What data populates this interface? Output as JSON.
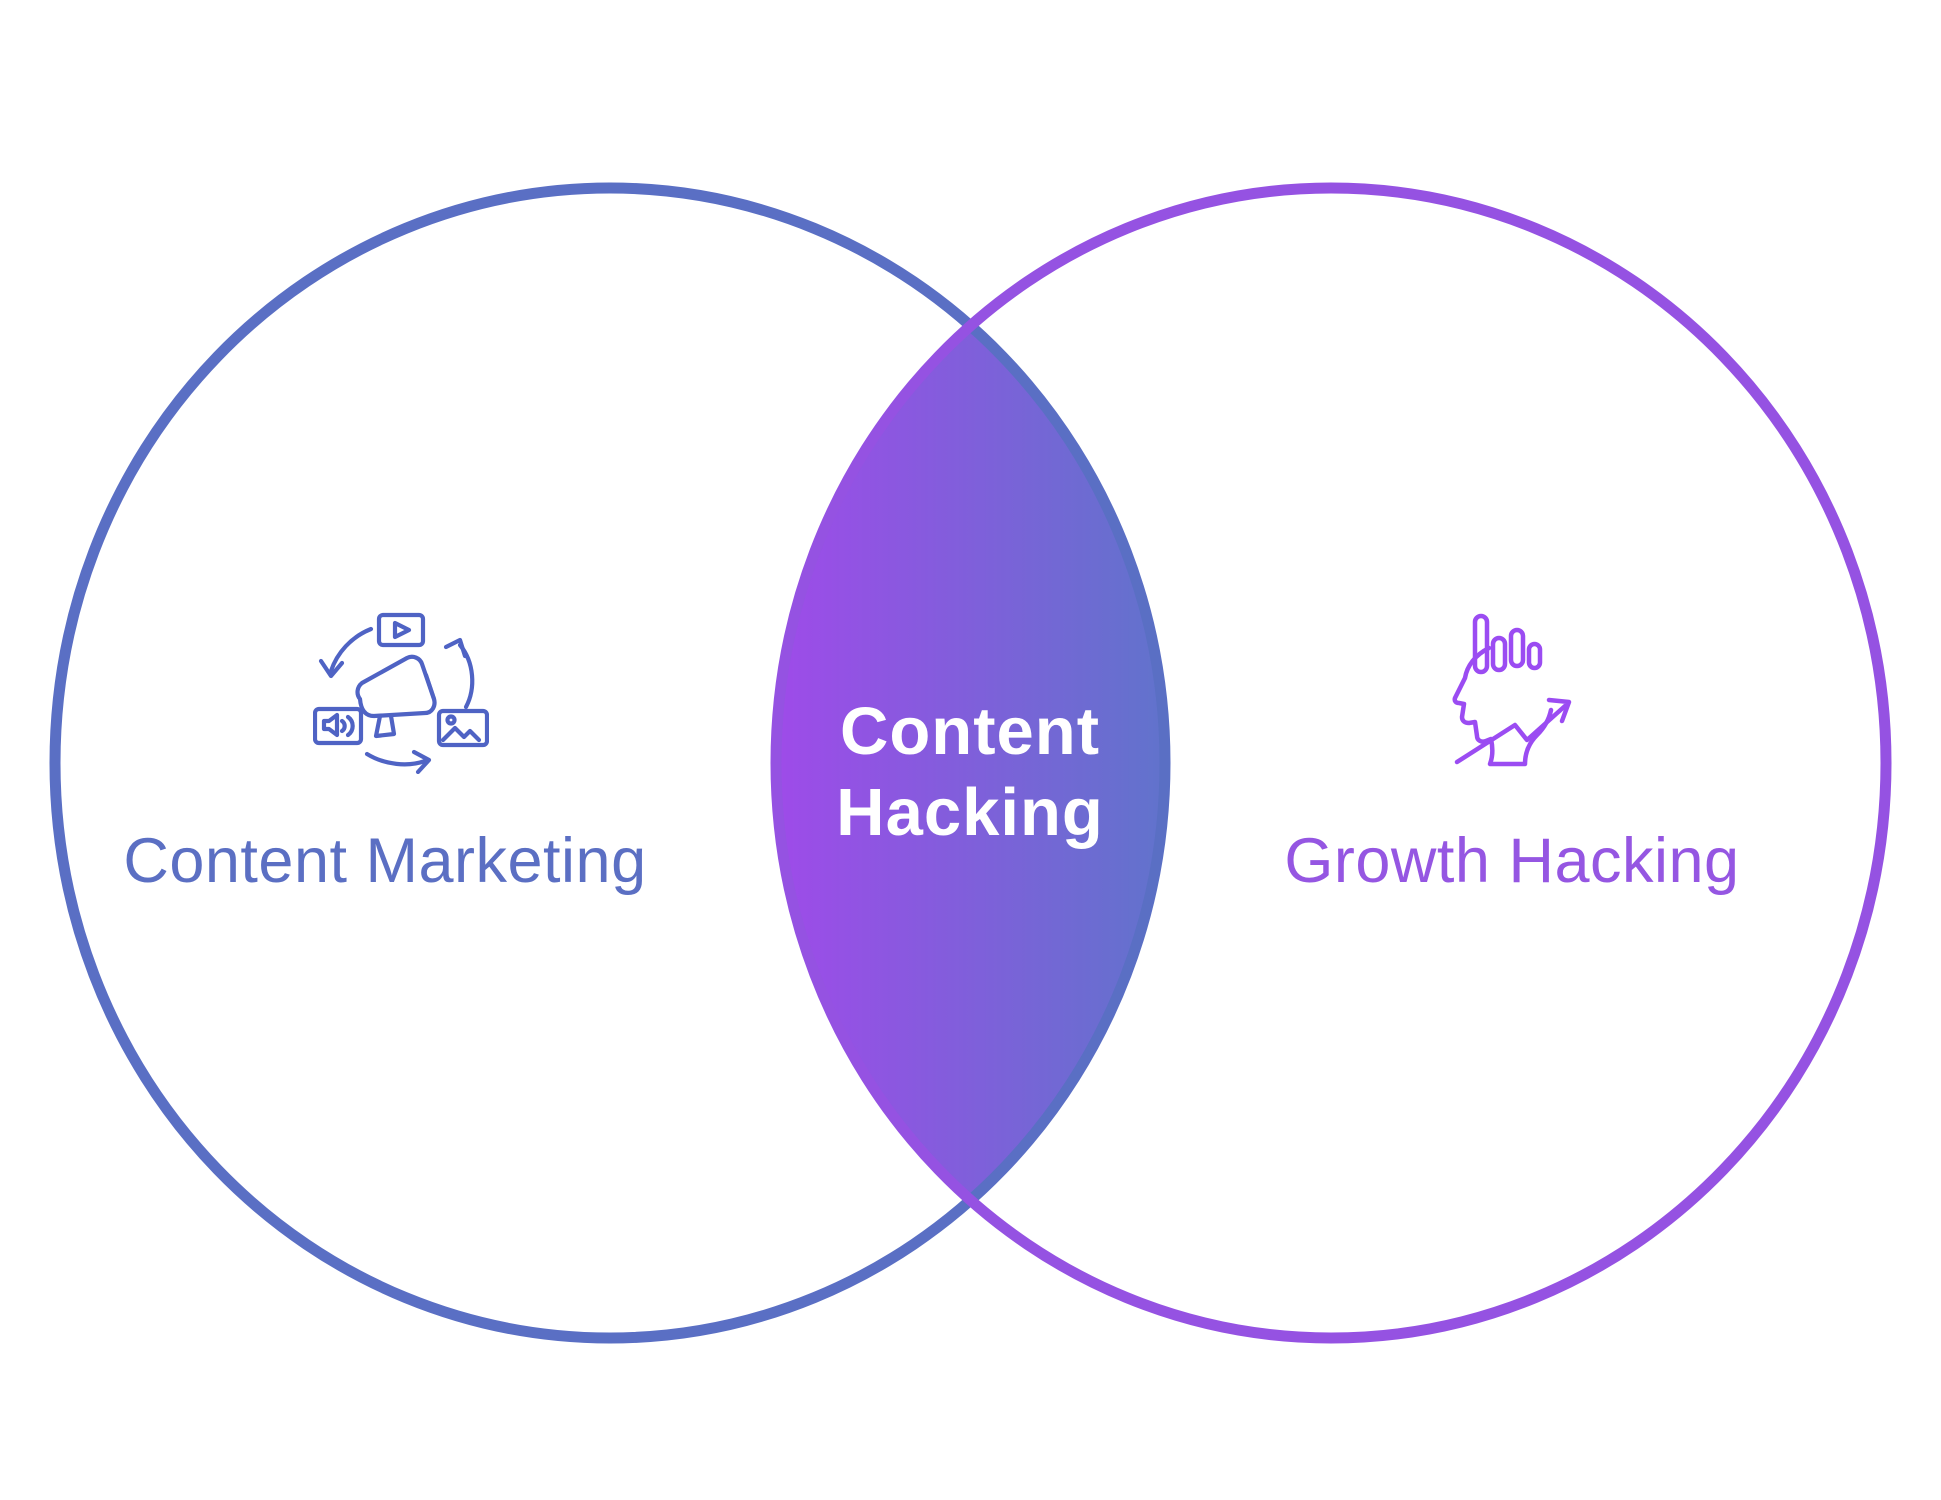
{
  "venn": {
    "background_color": "#FFFFFF",
    "left": {
      "label": "Content Marketing",
      "circle_color": "#5A6FC4",
      "text_color": "#5B6FC3",
      "icon": "content-marketing-cycle-icon",
      "icon_color": "#4F63C4"
    },
    "right": {
      "label": "Growth Hacking",
      "circle_color": "#9552E2",
      "text_color": "#9556E2",
      "icon": "growth-hacking-head-icon",
      "icon_color": "#9B4CF2"
    },
    "intersection": {
      "label_line1": "Content",
      "label_line2": "Hacking",
      "text_color": "#FFFFFF",
      "gradient_left": "#9E4BE9",
      "gradient_right": "#6173CC"
    }
  }
}
